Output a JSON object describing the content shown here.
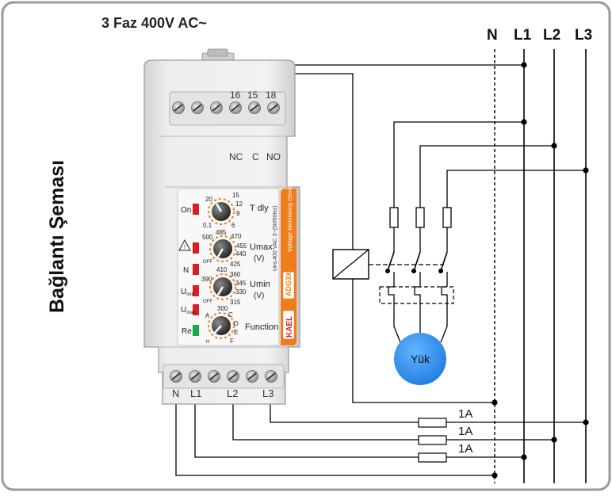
{
  "header": {
    "title": "3 Faz 400V AC~"
  },
  "side_title": "Bağlantı Şeması",
  "lines": {
    "n": "N",
    "l1": "L1",
    "l2": "L2",
    "l3": "L3"
  },
  "device": {
    "top_terminals": [
      "16",
      "15",
      "18"
    ],
    "contacts": [
      "NC",
      "C",
      "NO"
    ],
    "bottom_terminals": [
      "N",
      "L1",
      "L2",
      "L3"
    ],
    "leds": {
      "on": "On",
      "n": "N",
      "umin": "U",
      "umin_sub": "min",
      "umax": "U",
      "umax_sub": "max",
      "re": "Re"
    },
    "knob_tdly": {
      "label": "T dly",
      "scale": [
        "20",
        "15",
        "12",
        "9",
        "6",
        "0,1"
      ]
    },
    "knob_umax": {
      "label": "Umax",
      "unit": "(V)",
      "scale": [
        "485",
        "470",
        "455",
        "440",
        "425",
        "410",
        "500",
        "OFF"
      ]
    },
    "knob_umin": {
      "label": "Umin",
      "unit": "(V)",
      "scale": [
        "360",
        "345",
        "330",
        "315",
        "300",
        "390",
        "OFF"
      ]
    },
    "knob_function": {
      "label": "Function",
      "scale": [
        "A",
        "C",
        "D",
        "E",
        "F",
        "H"
      ]
    },
    "brand": "KAEL",
    "model": "ADG3X",
    "product_name": "Voltage Monitoring Device",
    "rating": "Uᴘs:400 VAC 3~(50/60Hz)"
  },
  "load": {
    "label": "Yük"
  },
  "fuses": [
    "1A",
    "1A",
    "1A"
  ],
  "colors": {
    "device_orange": "#f07d1a",
    "load_blue": "#2f8ff0",
    "led_red": "#d91e26",
    "led_green": "#1aa84a",
    "frame": "#9a9a9a"
  }
}
